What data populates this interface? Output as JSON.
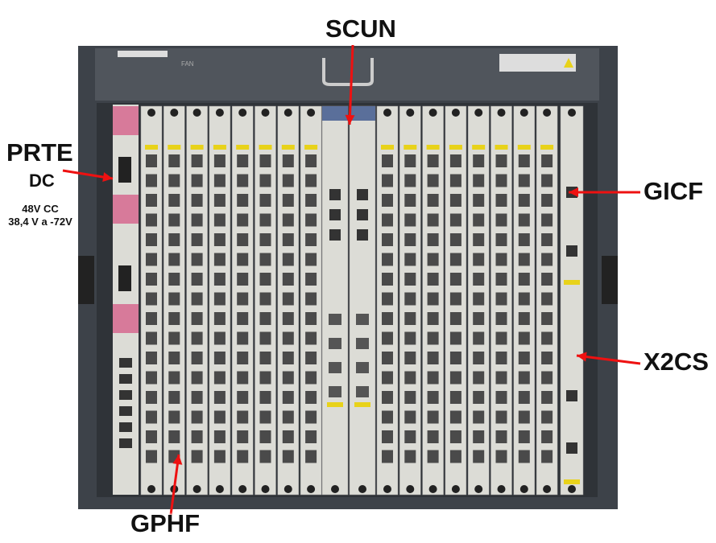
{
  "labels": {
    "scun": "SCUN",
    "prte": "PRTE",
    "dc": "DC",
    "voltage_line1": "48V CC",
    "voltage_line2": "38,4 V a -72V",
    "gicf": "GICF",
    "x2cs": "X2CS",
    "gphf": "GPHF"
  },
  "fan_tray": {
    "fan_label": "FAN"
  },
  "colors": {
    "arrow": "#ee1111",
    "chassis": "#3d4249",
    "card": "#dcdcd6",
    "tag": "#e8d21a",
    "power": "#d77a9a"
  }
}
